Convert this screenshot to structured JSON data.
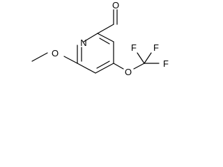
{
  "molecule": {
    "atoms": {
      "ring_nitrogen": "N",
      "methoxy_oxygen": "O",
      "aldehyde_oxygen": "O",
      "ether_oxygen": "O",
      "fluorine_top_left": "F",
      "fluorine_top_right": "F",
      "fluorine_right": "F"
    }
  }
}
